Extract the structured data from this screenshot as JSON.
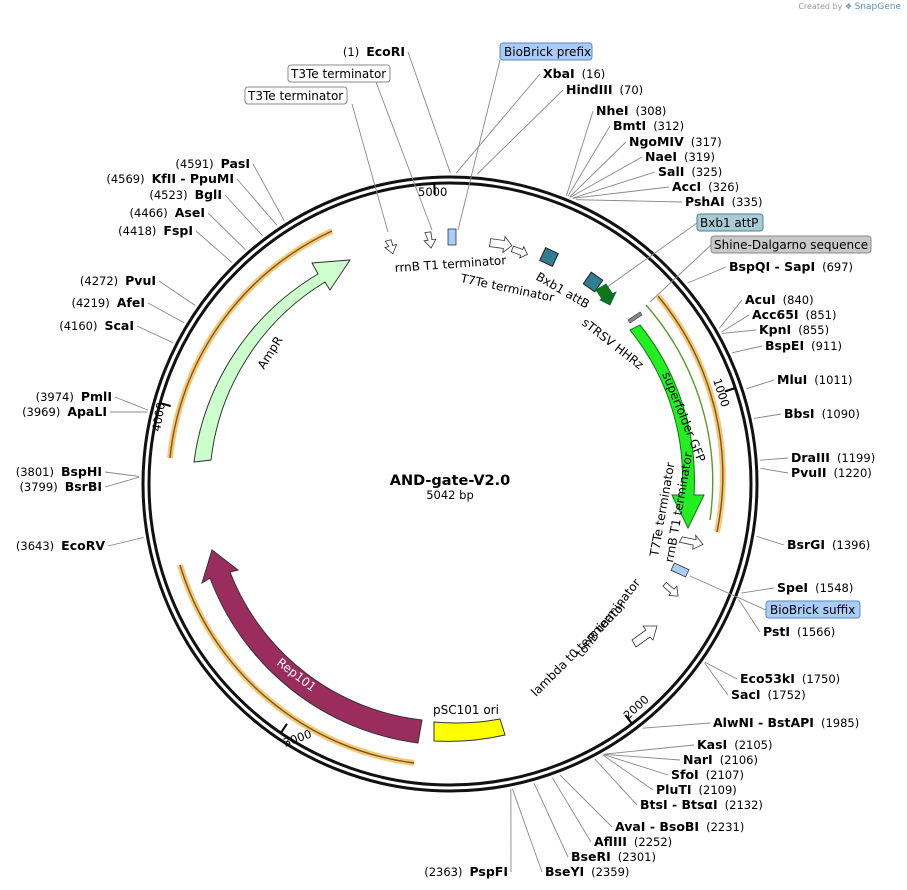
{
  "credit": {
    "prefix": "Created by",
    "brand": "SnapGene",
    "icon": "snapgene-logo-icon"
  },
  "plasmid": {
    "name": "AND-gate-V2.0",
    "length": "5042 bp"
  },
  "colors": {
    "backbone": "#111111",
    "primer_orange": "#f0a830",
    "gfp": "#22ee22",
    "rep101": "#9b2d5e",
    "ampr": "#ccffcc",
    "ori": "#ffff00",
    "attB": "#2f7f91",
    "attP_box": "#a8ccd6",
    "biobrick_box": "#a9cdf7",
    "sd_box": "#c8c8c8"
  },
  "ticks": [
    "5000",
    "1000",
    "2000",
    "3000",
    "4000"
  ],
  "sites": [
    {
      "name": "EcoRI",
      "pos": "(1)"
    },
    {
      "name": "XbaI",
      "pos": "(16)"
    },
    {
      "name": "HindIII",
      "pos": "(70)"
    },
    {
      "name": "NheI",
      "pos": "(308)"
    },
    {
      "name": "BmtI",
      "pos": "(312)"
    },
    {
      "name": "NgoMIV",
      "pos": "(317)"
    },
    {
      "name": "NaeI",
      "pos": "(319)"
    },
    {
      "name": "SalI",
      "pos": "(325)"
    },
    {
      "name": "AccI",
      "pos": "(326)"
    },
    {
      "name": "PshAI",
      "pos": "(335)"
    },
    {
      "name": "BspQI - SapI",
      "pos": "(697)"
    },
    {
      "name": "AcuI",
      "pos": "(840)"
    },
    {
      "name": "Acc65I",
      "pos": "(851)"
    },
    {
      "name": "KpnI",
      "pos": "(855)"
    },
    {
      "name": "BspEI",
      "pos": "(911)"
    },
    {
      "name": "MluI",
      "pos": "(1011)"
    },
    {
      "name": "BbsI",
      "pos": "(1090)"
    },
    {
      "name": "DraIII",
      "pos": "(1199)"
    },
    {
      "name": "PvuII",
      "pos": "(1220)"
    },
    {
      "name": "BsrGI",
      "pos": "(1396)"
    },
    {
      "name": "SpeI",
      "pos": "(1548)"
    },
    {
      "name": "PstI",
      "pos": "(1566)"
    },
    {
      "name": "Eco53kI",
      "pos": "(1750)"
    },
    {
      "name": "SacI",
      "pos": "(1752)"
    },
    {
      "name": "AlwNI - BstAPI",
      "pos": "(1985)"
    },
    {
      "name": "KasI",
      "pos": "(2105)"
    },
    {
      "name": "NarI",
      "pos": "(2106)"
    },
    {
      "name": "SfoI",
      "pos": "(2107)"
    },
    {
      "name": "PluTI",
      "pos": "(2109)"
    },
    {
      "name": "BtsI - BtsαI",
      "pos": "(2132)"
    },
    {
      "name": "AvaI - BsoBI",
      "pos": "(2231)"
    },
    {
      "name": "AflIII",
      "pos": "(2252)"
    },
    {
      "name": "BseRI",
      "pos": "(2301)"
    },
    {
      "name": "BseYI",
      "pos": "(2359)"
    },
    {
      "name": "PspFI",
      "pos": "(2363)"
    },
    {
      "name": "EcoRV",
      "pos": "(3643)"
    },
    {
      "name": "BsrBI",
      "pos": "(3799)"
    },
    {
      "name": "BspHI",
      "pos": "(3801)"
    },
    {
      "name": "ApaLI",
      "pos": "(3969)"
    },
    {
      "name": "PmlI",
      "pos": "(3974)"
    },
    {
      "name": "ScaI",
      "pos": "(4160)"
    },
    {
      "name": "AfeI",
      "pos": "(4219)"
    },
    {
      "name": "PvuI",
      "pos": "(4272)"
    },
    {
      "name": "FspI",
      "pos": "(4418)"
    },
    {
      "name": "AseI",
      "pos": "(4466)"
    },
    {
      "name": "BglI",
      "pos": "(4523)"
    },
    {
      "name": "KfII - PpuMI",
      "pos": "(4569)"
    },
    {
      "name": "PasI",
      "pos": "(4591)"
    }
  ],
  "boxed_labels": [
    {
      "text": "BioBrick prefix",
      "kind": "biobrick"
    },
    {
      "text": "T3Te terminator",
      "kind": "plain"
    },
    {
      "text": "T3Te terminator",
      "kind": "plain"
    },
    {
      "text": "Bxb1 attP",
      "kind": "attp"
    },
    {
      "text": "Shine-Dalgarno sequence",
      "kind": "sd"
    },
    {
      "text": "BioBrick suffix",
      "kind": "biobrick"
    }
  ],
  "features": [
    {
      "text": "rrnB T1 terminator"
    },
    {
      "text": "T7Te terminator"
    },
    {
      "text": "Bxb1 attB"
    },
    {
      "text": "sTRSV HHRz"
    },
    {
      "text": "superfolder GFP"
    },
    {
      "text": "T7Te terminator"
    },
    {
      "text": "rrnB T1 terminator"
    },
    {
      "text": "tonB terminator"
    },
    {
      "text": "lambda t0 terminator"
    },
    {
      "text": "pSC101 ori"
    },
    {
      "text": "Rep101"
    },
    {
      "text": "AmpR"
    }
  ]
}
